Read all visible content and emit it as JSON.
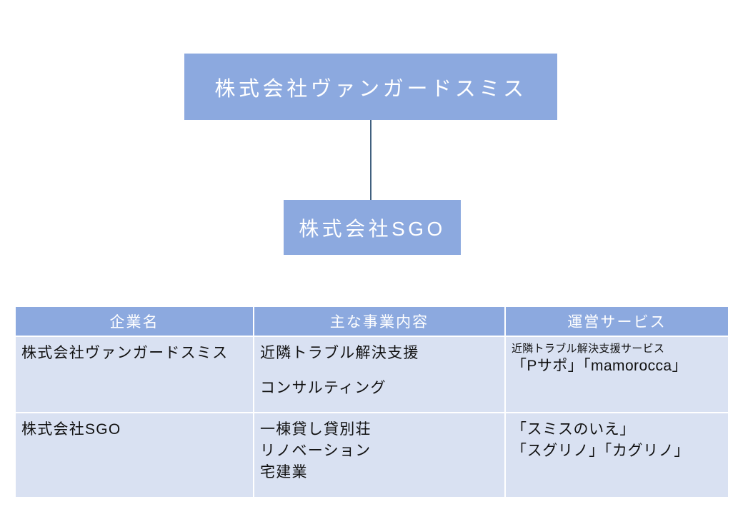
{
  "org_chart": {
    "parent": {
      "label": "株式会社ヴァンガードスミス"
    },
    "child": {
      "label": "株式会社SGO"
    },
    "connector": {
      "name": "parent-child-connector"
    },
    "box_color": "#8CA9DF",
    "text_color": "#FFFFFF",
    "connector_color": "#41607F"
  },
  "table": {
    "header_color": "#8CA9DF",
    "cell_color": "#D9E1F2",
    "header_text_color": "#FFFFFF",
    "cell_text_color": "#111111",
    "columns": [
      "企業名",
      "主な事業内容",
      "運営サービス"
    ],
    "rows": [
      {
        "company": "株式会社ヴァンガードスミス",
        "business_lines": [
          "近隣トラブル解決支援",
          "",
          "コンサルティング"
        ],
        "services_note": "近隣トラブル解決支援サービス",
        "services_main": "「Pサポ」「mamorocca」",
        "services_lines": []
      },
      {
        "company": "株式会社SGO",
        "business_lines": [
          "一棟貸し貸別荘",
          "リノベーション",
          "宅建業"
        ],
        "services_note": "",
        "services_main": "",
        "services_lines": [
          "「スミスのいえ」",
          "「スグリノ」「カグリノ」"
        ]
      }
    ]
  }
}
